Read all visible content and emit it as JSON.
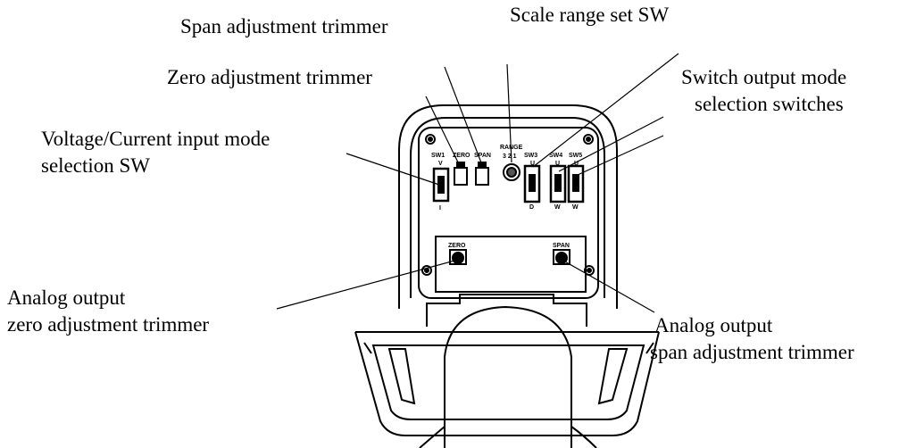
{
  "callouts": {
    "span_adjustment_trimmer": "Span adjustment trimmer",
    "scale_range_set_sw": "Scale range set SW",
    "zero_adjustment_trimmer": "Zero adjustment trimmer",
    "switch_output_mode": {
      "line1": "Switch output mode",
      "line2": "selection switches"
    },
    "voltage_current_input": {
      "line1": "Voltage/Current input mode",
      "line2": "selection SW"
    },
    "analog_zero": {
      "line1": "Analog output",
      "line2": "zero adjustment trimmer"
    },
    "analog_span": {
      "line1": "Analog output",
      "line2": "span adjustment trimmer"
    }
  },
  "panel_labels": {
    "sw1": "SW1",
    "sw1_top": "V",
    "sw1_bottom": "I",
    "zero": "ZERO",
    "span": "SPAN",
    "range": "RANGE",
    "range_positions": "3 2 1",
    "sw3": "SW3",
    "sw3_top": "U",
    "sw3_bottom": "D",
    "sw4": "SW4",
    "sw4_top": "U",
    "sw4_bottom": "W",
    "sw5": "SW5",
    "sw5_top": "U",
    "sw5_bottom": "W",
    "lower_zero": "ZERO",
    "lower_span": "SPAN"
  }
}
